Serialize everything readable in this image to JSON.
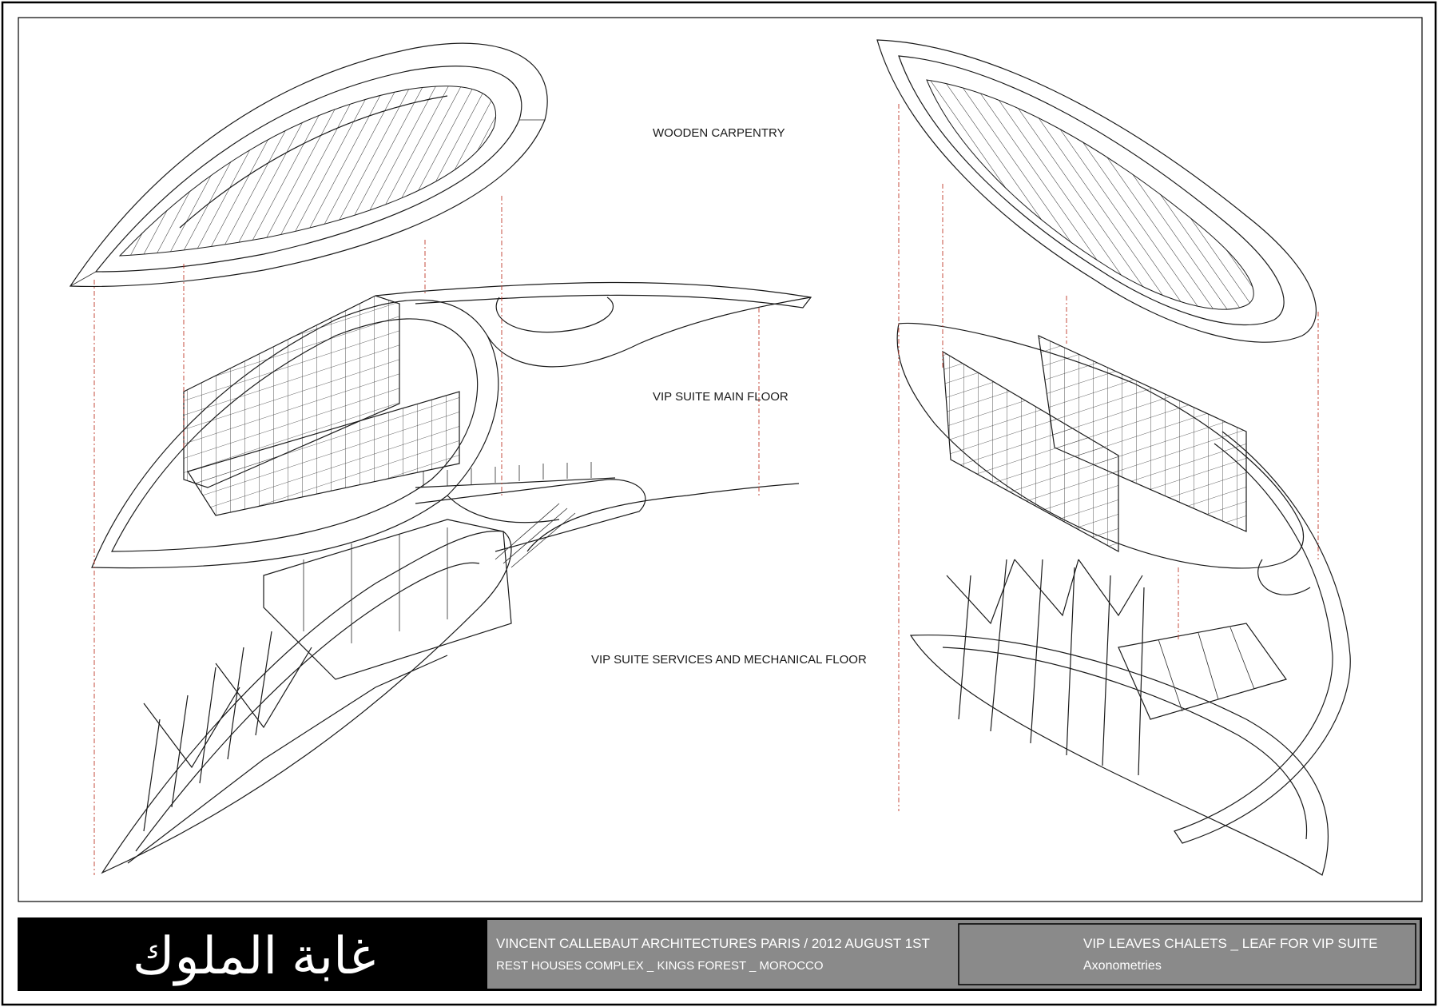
{
  "drawing": {
    "labels": {
      "carpentry": "WOODEN CARPENTRY",
      "main_floor": "VIP SUITE MAIN FLOOR",
      "services_floor": "VIP SUITE SERVICES AND MECHANICAL FLOOR"
    }
  },
  "title_block": {
    "arabic_title": "غابة الملوك",
    "office_line": "VINCENT CALLEBAUT ARCHITECTURES PARIS / 2012 AUGUST 1ST",
    "project_line": "REST HOUSES COMPLEX _ KINGS FOREST _ MOROCCO",
    "sheet_title": "VIP LEAVES CHALETS _ LEAF FOR VIP SUITE",
    "sheet_subtitle": "Axonometries"
  },
  "colors": {
    "line": "#1a1a1a",
    "projection_line": "#c0392b",
    "title_black": "#000000",
    "title_grey": "#8a8a8a",
    "text_light": "#ffffff"
  }
}
